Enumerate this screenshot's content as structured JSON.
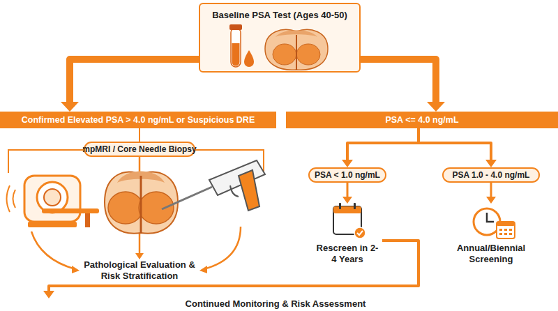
{
  "diagram": {
    "nodes": [
      {
        "text": [
          "Baseline PSA Test (Ages 40-50)"
        ]
      },
      {
        "text": [
          "Confirmed Elevated PSA > 4.0 ng/mL or Suspicious DRE"
        ]
      },
      {
        "text": [
          "PSA <= 4.0 ng/mL"
        ]
      },
      {
        "text": [
          "mpMRI / Core Needle Biopsy"
        ]
      },
      {
        "text": [
          "Pathological Evaluation & Risk Stratification"
        ]
      },
      {
        "text": [
          "PSA < 1.0 ng/mL"
        ]
      },
      {
        "text": [
          "PSA 1.0 - 4.0 ng/mL"
        ]
      },
      {
        "text": [
          "2-4",
          "Rescreen in 2-4 Years"
        ]
      },
      {
        "text": [
          "Annual/Biennial Screening"
        ]
      },
      {
        "text": [
          "Continued Monitoring & Risk Assessment"
        ]
      }
    ],
    "edges": [
      {
        "from": 0,
        "to": 1,
        "arrow": "to"
      },
      {
        "from": 0,
        "to": 2,
        "arrow": "to"
      },
      {
        "from": 1,
        "to": 3,
        "arrow": "none"
      },
      {
        "from": 3,
        "to": 4,
        "arrow": "to"
      },
      {
        "from": 2,
        "to": 5,
        "arrow": "to"
      },
      {
        "from": 2,
        "to": 6,
        "arrow": "to"
      },
      {
        "from": 5,
        "to": 7,
        "arrow": "to"
      },
      {
        "from": 6,
        "to": 8,
        "arrow": "to"
      },
      {
        "from": 7,
        "to": 9,
        "arrow": "to"
      }
    ]
  }
}
